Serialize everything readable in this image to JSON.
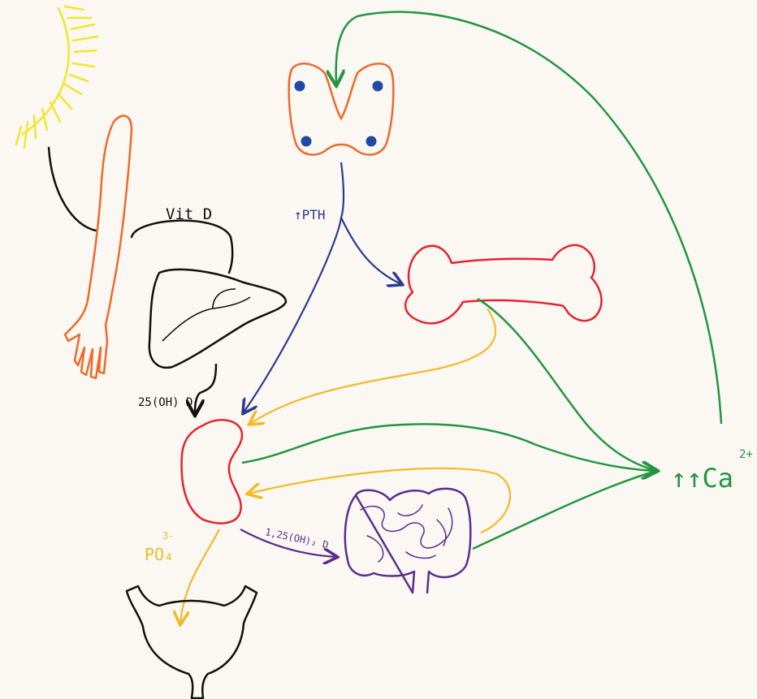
{
  "labels": {
    "vit_d": "Vit D",
    "hydroxy_vit_d": "25(OH) D",
    "pth": "↑PTH",
    "calcitriol": "1,25(OH)₂ D",
    "phosphate": "PO₄",
    "phosphate_charge": "3-",
    "calcium": "↑↑Ca",
    "calcium_charge": "2+"
  },
  "colors": {
    "background": "#fbf8f3",
    "sun": "#f2e62a",
    "arm": "#ee6a2b",
    "thyroid_outline": "#ee6a2b",
    "parathyroid_dots": "#1f4aa8",
    "pth_arrows": "#2f3a8f",
    "bone": "#e52330",
    "kidney": "#e52330",
    "phosphate_arrows": "#f4b928",
    "calcium_arrows": "#23963f",
    "calcitriol_arrow": "#5a2e8c",
    "intestine": "#5a2e8c",
    "black_organs": "#111111"
  },
  "icons": [
    "sun-icon",
    "arm-icon",
    "liver-icon",
    "thyroid-icon",
    "bone-icon",
    "kidney-icon",
    "intestine-icon",
    "bladder-icon"
  ]
}
